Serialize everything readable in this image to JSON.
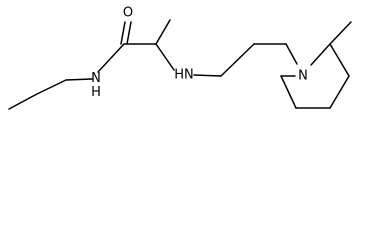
{
  "molecule": {
    "atoms": [
      {
        "id": "o1",
        "label": "O"
      },
      {
        "id": "n_amide",
        "label": "N\nH"
      },
      {
        "id": "n_amine",
        "label": "HN"
      },
      {
        "id": "n_ring",
        "label": "N"
      }
    ]
  }
}
